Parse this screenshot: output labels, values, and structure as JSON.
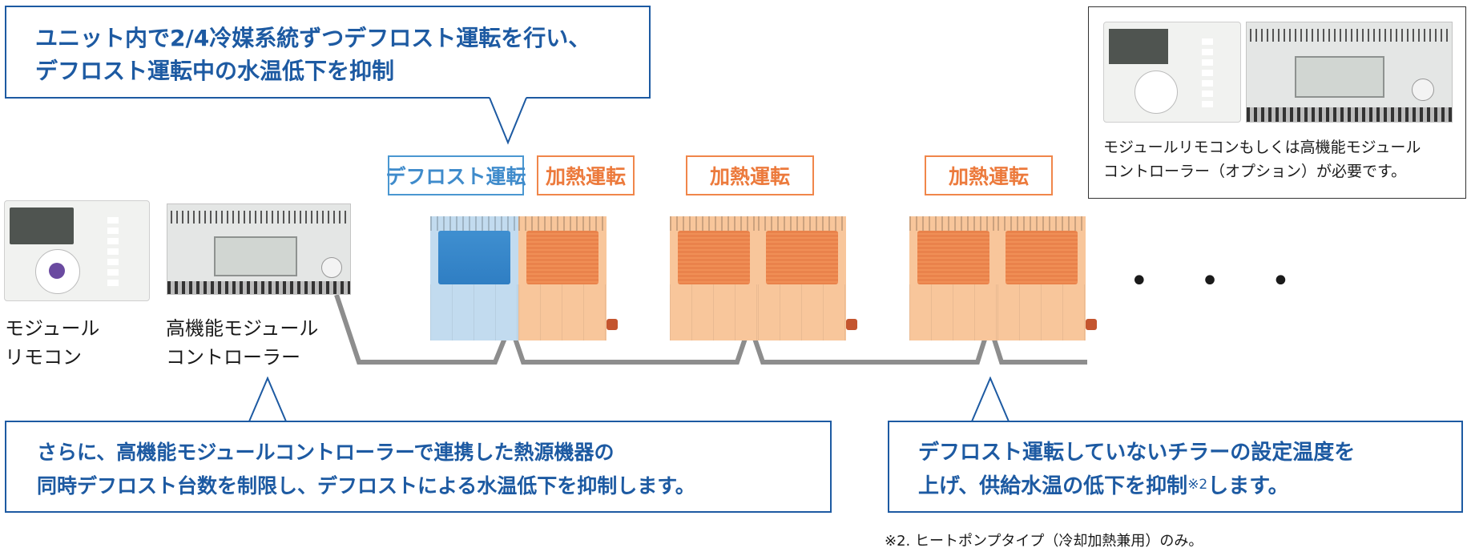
{
  "callouts": {
    "top": {
      "line1": "ユニット内で2/4冷媒系統ずつデフロスト運転を行い、",
      "line2": "デフロスト運転中の水温低下を抑制"
    },
    "bottom_left": {
      "line1": "さらに、高機能モジュールコントローラーで連携した熱源機器の",
      "line2": "同時デフロスト台数を制限し、デフロストによる水温低下を抑制します。"
    },
    "bottom_right": {
      "line1": "デフロスト運転していないチラーの設定温度を",
      "line2_main": "上げ、供給水温の低下を抑制",
      "line2_sup": "※2",
      "line2_end": "します。"
    }
  },
  "modes": {
    "defrost": "デフロスト運転",
    "heat1": "加熱運転",
    "heat2": "加熱運転",
    "heat3": "加熱運転"
  },
  "devices": {
    "remote_line1": "モジュール",
    "remote_line2": "リモコン",
    "controller_line1": "高機能モジュール",
    "controller_line2": "コントローラー"
  },
  "ellipsis": "• • •",
  "note": {
    "line1": "モジュールリモコンもしくは高機能モジュール",
    "line2": "コントローラー（オプション）が必要です。"
  },
  "footnote": "※2. ヒートポンプタイプ（冷却加熱兼用）のみ。",
  "colors": {
    "accent_blue": "#1d5aa2",
    "defrost_blue": "#4a97d1",
    "heat_orange": "#f0864a",
    "wire_gray": "#8a8a8a"
  }
}
